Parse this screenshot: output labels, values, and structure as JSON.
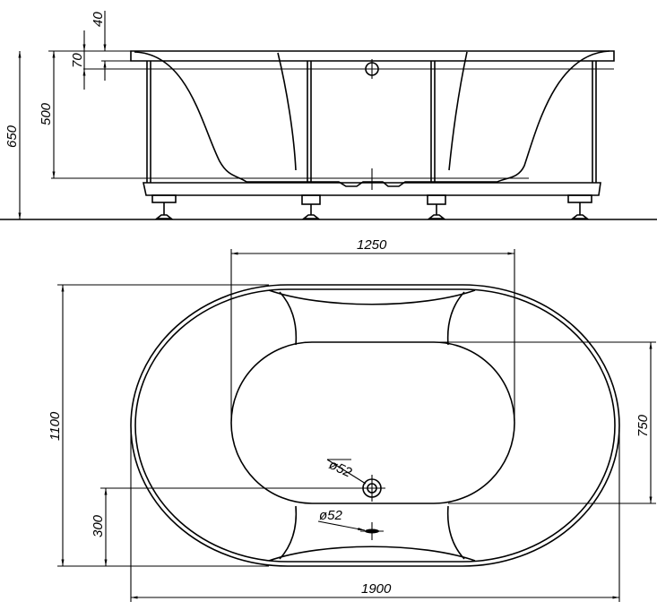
{
  "side_view": {
    "dimensions": {
      "total_height": "650",
      "depth": "500",
      "rim_offset": "70",
      "rim_thickness": "40"
    }
  },
  "top_view": {
    "dimensions": {
      "inner_length": "1250",
      "total_length": "1900",
      "total_width": "1100",
      "inner_width": "750",
      "drain_offset": "300"
    },
    "drain_label": "ø52",
    "overflow_label": "ø52"
  }
}
